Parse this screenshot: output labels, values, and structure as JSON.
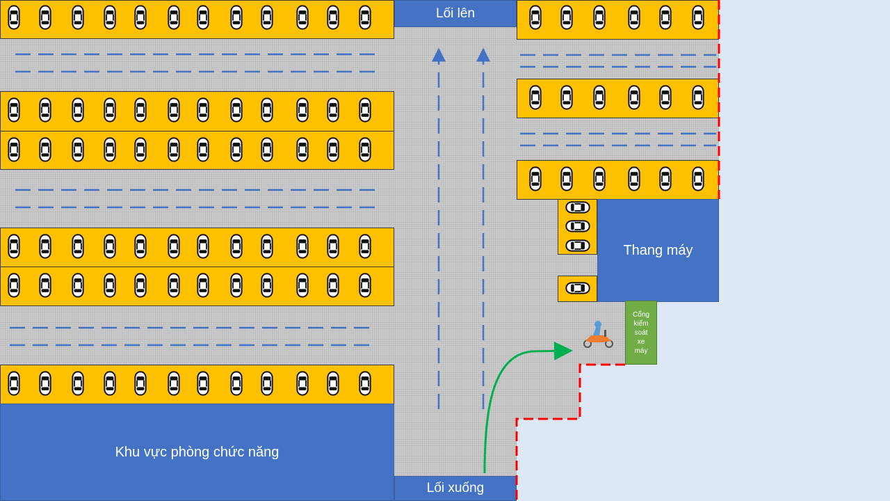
{
  "labels": {
    "entry_up": "Lối lên",
    "entry_down": "Lối xuống",
    "elevator": "Thang máy",
    "function_area": "Khu vực phòng chức năng",
    "moto_gate": "Cổng kiểm soát xe máy"
  },
  "moto_gate_lines": [
    "Cổng",
    "kiểm",
    "soát",
    "xe",
    "máy"
  ],
  "colors": {
    "floor": "#cbcbcb",
    "parking_row": "#ffc000",
    "room": "#4472c4",
    "gate": "#70ad47",
    "lane_dash": "#4472c4",
    "route_arrow": "#00b050",
    "boundary": "#ff0000",
    "outside": "#dde8f4"
  },
  "icons": [
    "car-icon",
    "motorbike-rider-icon",
    "arrow-up-icon",
    "route-arrow-icon"
  ]
}
